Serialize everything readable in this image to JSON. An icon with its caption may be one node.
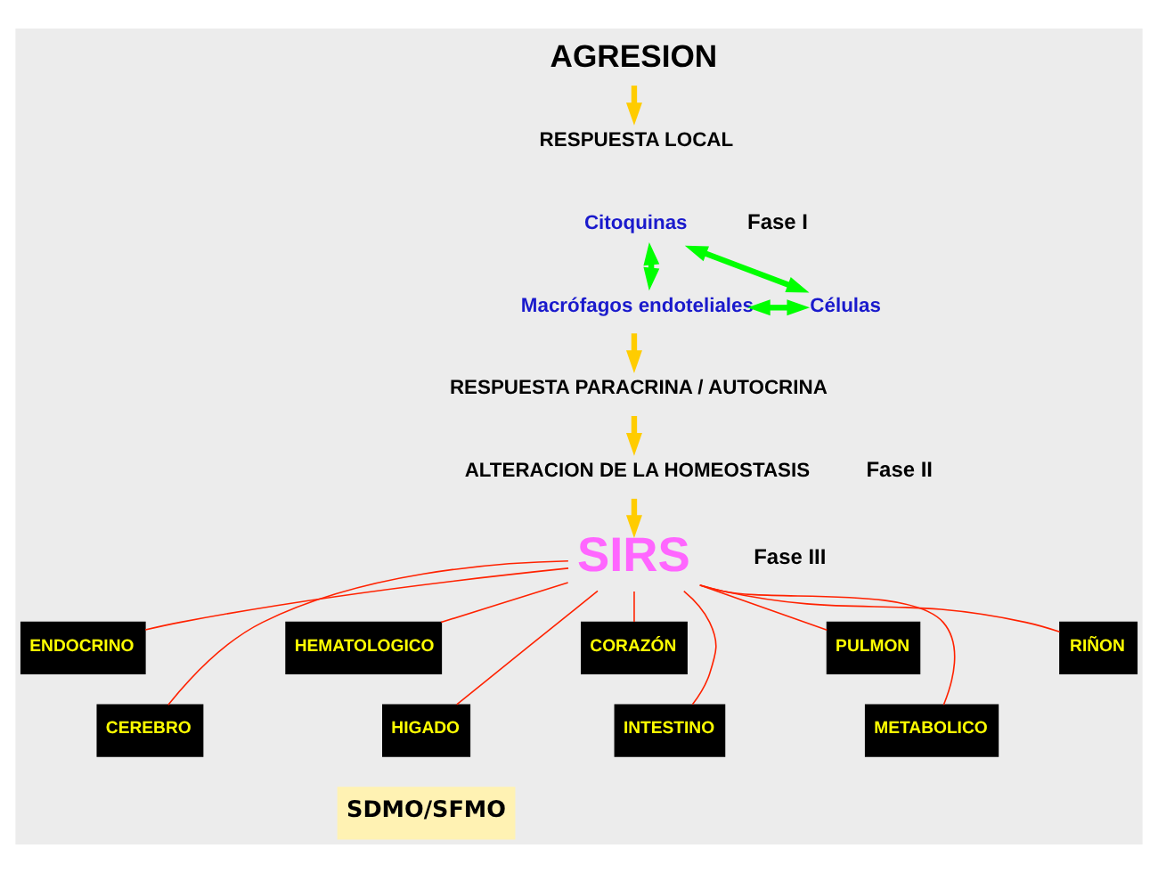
{
  "diagram": {
    "nodes": [
      {
        "text": [
          "AGRESION"
        ]
      },
      {
        "text": [
          "RESPUESTA LOCAL"
        ]
      },
      {
        "text": [
          "Citoquinas"
        ]
      },
      {
        "text": [
          "Macrófagos endoteliales"
        ]
      },
      {
        "text": [
          "Células"
        ]
      },
      {
        "text": [
          "RESPUESTA PARACRINA / AUTOCRINA"
        ]
      },
      {
        "text": [
          "ALTERACION DE LA HOMEOSTASIS"
        ]
      },
      {
        "text": [
          "SIRS"
        ]
      },
      {
        "text": [
          "ENDOCRINO"
        ]
      },
      {
        "text": [
          "CEREBRO"
        ]
      },
      {
        "text": [
          "HEMATOLOGICO"
        ]
      },
      {
        "text": [
          "HIGADO"
        ]
      },
      {
        "text": [
          "CORAZÓN"
        ]
      },
      {
        "text": [
          "INTESTINO"
        ]
      },
      {
        "text": [
          "PULMON"
        ]
      },
      {
        "text": [
          "METABOLICO"
        ]
      },
      {
        "text": [
          "RIÑON"
        ]
      },
      {
        "text": [
          "SDMO/SFMO"
        ]
      }
    ],
    "edges": [
      {
        "from": 0,
        "to": 1,
        "arrow": "to",
        "style": "thick",
        "color": "#ffcc00"
      },
      {
        "from": 2,
        "to": 3,
        "arrow": "both",
        "style": "thick",
        "color": "#00ff00"
      },
      {
        "from": 2,
        "to": 4,
        "arrow": "both",
        "style": "thick",
        "color": "#00ff00"
      },
      {
        "from": 3,
        "to": 4,
        "arrow": "both",
        "style": "thick",
        "color": "#00ff00"
      },
      {
        "from": 3,
        "to": 5,
        "arrow": "to",
        "style": "thick",
        "color": "#ffcc00"
      },
      {
        "from": 5,
        "to": 6,
        "arrow": "to",
        "style": "thick",
        "color": "#ffcc00"
      },
      {
        "from": 6,
        "to": 7,
        "arrow": "to",
        "style": "thick",
        "color": "#ffcc00"
      },
      {
        "from": 7,
        "to": 8,
        "arrow": "none"
      },
      {
        "from": 7,
        "to": 9,
        "arrow": "none"
      },
      {
        "from": 7,
        "to": 10,
        "arrow": "none"
      },
      {
        "from": 7,
        "to": 11,
        "arrow": "none"
      },
      {
        "from": 7,
        "to": 12,
        "arrow": "none"
      },
      {
        "from": 7,
        "to": 13,
        "arrow": "none"
      },
      {
        "from": 7,
        "to": 14,
        "arrow": "none"
      },
      {
        "from": 7,
        "to": 15,
        "arrow": "none"
      },
      {
        "from": 7,
        "to": 16,
        "arrow": "none"
      }
    ],
    "labels": [
      "Fase I",
      "Fase II",
      "Fase III"
    ]
  }
}
